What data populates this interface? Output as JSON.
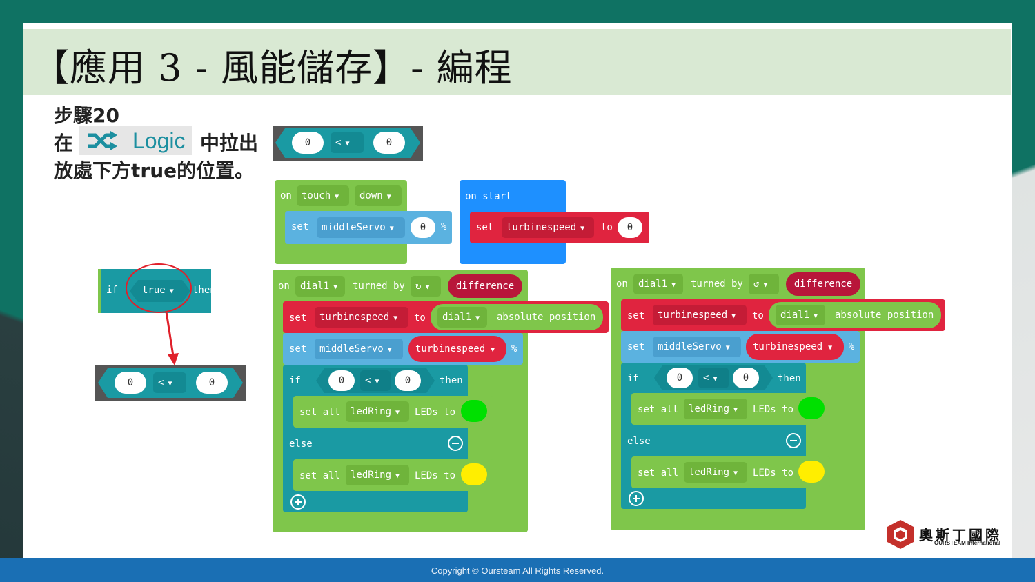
{
  "slide": {
    "title": "【應用 3 - 風能儲存】- 編程",
    "step_label": "步驟20",
    "instruction_prefix": "在",
    "instruction_suffix": "中拉出",
    "instruction_line3": "放處下方true的位置。",
    "logic_category": "Logic"
  },
  "blocks": {
    "compare": {
      "left": "0",
      "op": "<",
      "right": "0"
    },
    "if_true": {
      "if": "if",
      "cond": "true",
      "then": "then"
    },
    "touch": {
      "on": "on",
      "event": "touch",
      "state": "down",
      "set": "set",
      "servo": "middleServo",
      "value": "0",
      "pct": "%"
    },
    "start": {
      "on": "on start",
      "set": "set",
      "var": "turbinespeed",
      "to": "to",
      "value": "0"
    },
    "dial_cw": {
      "on": "on",
      "dial": "dial1",
      "turned_by": "turned by",
      "dir": "↻",
      "param": "difference",
      "set": "set",
      "var": "turbinespeed",
      "to": "to",
      "dial2": "dial1",
      "absolute": "absolute position",
      "servo": "middleServo",
      "speedvar": "turbinespeed",
      "pct": "%",
      "if": "if",
      "then": "then",
      "else": "else",
      "setall": "set all",
      "ring": "ledRing",
      "leds_to": "LEDs to"
    },
    "dial_ccw": {
      "on": "on",
      "dial": "dial1",
      "turned_by": "turned by",
      "dir": "↺",
      "param": "difference",
      "set": "set",
      "var": "turbinespeed",
      "to": "to",
      "dial2": "dial1",
      "absolute": "absolute position",
      "servo": "middleServo",
      "speedvar": "turbinespeed",
      "pct": "%",
      "if": "if",
      "then": "then",
      "else": "else",
      "setall": "set all",
      "ring": "ledRing",
      "leds_to": "LEDs to"
    }
  },
  "colors": {
    "led_on": "#00e000",
    "led_else": "#ffee00",
    "accent": "#1a6fb4"
  },
  "logo": {
    "name": "奧斯丁國際",
    "sub": "OURSTEAM International"
  },
  "footer": {
    "copyright": "Copyright © Oursteam All Rights Reserved."
  }
}
